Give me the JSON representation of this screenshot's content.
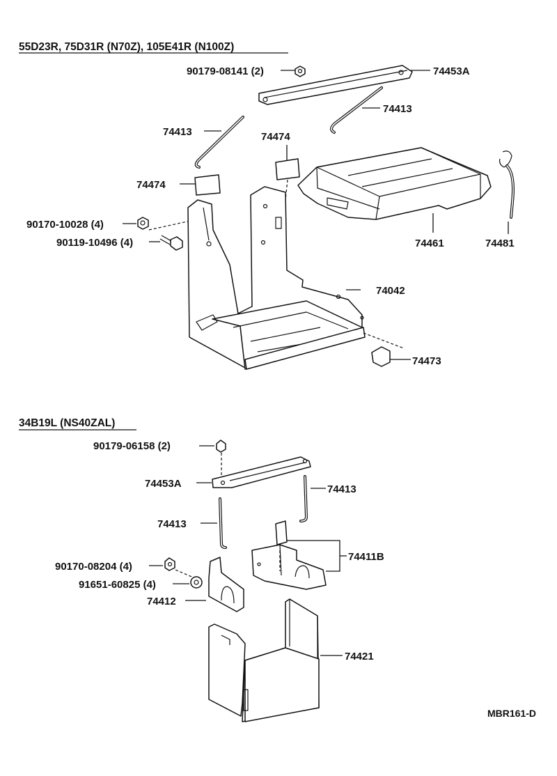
{
  "diagram": {
    "sections": [
      {
        "id": "upper",
        "title": "55D23R, 75D31R (N70Z), 105E41R (N100Z)"
      },
      {
        "id": "lower",
        "title": "34B19L (NS40ZAL)"
      }
    ],
    "labels": {
      "u_90179_08141": "90179-08141 (2)",
      "u_74453A": "74453A",
      "u_74413_right": "74413",
      "u_74413_left": "74413",
      "u_74474_top": "74474",
      "u_74474_left": "74474",
      "u_90170_10028": "90170-10028 (4)",
      "u_90119_10496": "90119-10496 (4)",
      "u_74461": "74461",
      "u_74481": "74481",
      "u_74042": "74042",
      "u_74473": "74473",
      "l_90179_06158": "90179-06158 (2)",
      "l_74453A": "74453A",
      "l_74413_right": "74413",
      "l_74413_left": "74413",
      "l_74411B": "74411B",
      "l_90170_08204": "90170-08204 (4)",
      "l_91651_60825": "91651-60825 (4)",
      "l_74412": "74412",
      "l_74421": "74421"
    },
    "reference_code": "MBR161-D"
  }
}
